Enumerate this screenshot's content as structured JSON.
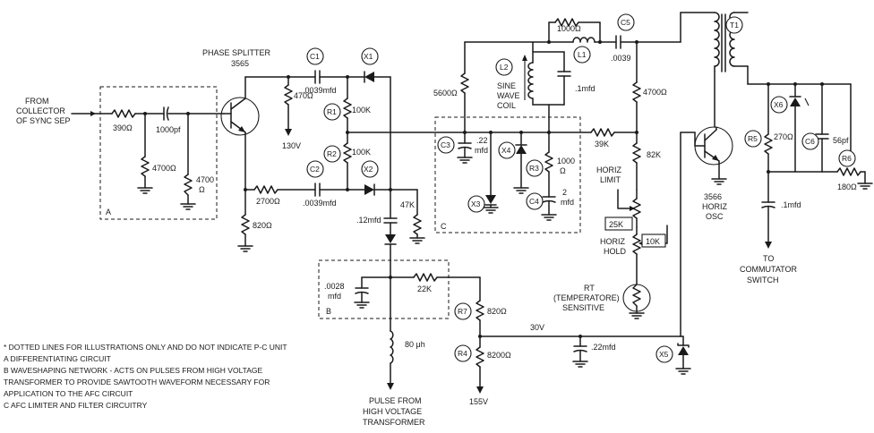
{
  "labels": {
    "from_collector": [
      "FROM",
      "COLLECTOR",
      "OF SYNC SEP"
    ],
    "phase_splitter": [
      "PHASE SPLITTER",
      "3565"
    ],
    "r390": "390Ω",
    "c1000pf": "1000pf",
    "r4700a": "4700Ω",
    "r4700b": [
      "4700",
      "Ω"
    ],
    "box_a": "A",
    "r470": "470Ω",
    "v130": "130V",
    "r2700": "2700Ω",
    "r820a": "820Ω",
    "c1": "C1",
    "c1_val": ".0039mfd",
    "c2": "C2",
    "c2_val": ".0039mfd",
    "x1": "X1",
    "x2": "X2",
    "r1": "R1",
    "r1_val": "100K",
    "r2": "R2",
    "r2_val": "100K",
    "c12mfd": ".12mfd",
    "r47k": "47K",
    "r5600": "5600Ω",
    "r1000top": "1000Ω",
    "l1": "L1",
    "c5": "C5",
    "c5_val": ".0039",
    "l2": "L2",
    "sine_wave_coil": [
      "SINE",
      "WAVE",
      "COIL"
    ],
    "c1mfd_l2": ".1mfd",
    "r4700c": "4700Ω",
    "c3": "C3",
    "c3_val": [
      ".22",
      "mfd"
    ],
    "x3": "X3",
    "x4": "X4",
    "r3": "R3",
    "r3_val": [
      "1000",
      "Ω"
    ],
    "c4": "C4",
    "c4_val": [
      "2",
      "mfd"
    ],
    "r39k": "39K",
    "box_c": "C",
    "r82k": "82K",
    "horiz_limit": [
      "HORIZ",
      "LIMIT"
    ],
    "r25k": "25K",
    "horiz_hold": [
      "HORIZ",
      "HOLD"
    ],
    "r10k": "10K",
    "rt": [
      "RT",
      "(TEMPERATORE)",
      "SENSITIVE"
    ],
    "t1": "T1",
    "horiz_osc": [
      "3566",
      "HORIZ",
      "OSC"
    ],
    "x6": "X6",
    "r5": "R5",
    "r5_val": "270Ω",
    "c6": "C6",
    "c6_val": "56pf",
    "r6": "R6",
    "r6_val": "180Ω",
    "c1mfd_out": ".1mfd",
    "to_commutator": [
      "TO",
      "COMMUTATOR",
      "SWITCH"
    ],
    "c0028": [
      ".0028",
      "mfd"
    ],
    "r22k": "22K",
    "box_b": "B",
    "l80": "80 μh",
    "pulse_from": [
      "PULSE FROM",
      "HIGH VOLTAGE",
      "TRANSFORMER"
    ],
    "r7": "R7",
    "r7_val": "820Ω",
    "r4": "R4",
    "r4_val": "8200Ω",
    "v30": "30V",
    "c22mfd": ".22mfd",
    "v155": "155V",
    "x5": "X5"
  },
  "notes": [
    "* DOTTED LINES FOR ILLUSTRATIONS ONLY AND DO NOT INDICATE P-C UNIT",
    "A  DIFFERENTIATING   CIRCUIT",
    "B  WAVESHAPING NETWORK - ACTS ON PULSES FROM HIGH VOLTAGE",
    "   TRANSFORMER TO PROVIDE SAWTOOTH WAVEFORM NECESSARY FOR",
    "   APPLICATION TO THE AFC CIRCUIT",
    "C  AFC LIMITER AND FILTER CIRCUITRY"
  ]
}
